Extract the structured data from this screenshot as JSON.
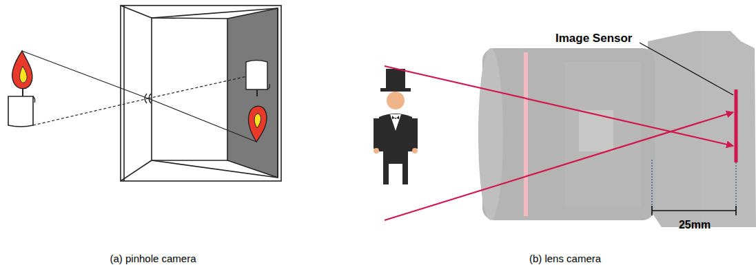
{
  "diagram": {
    "labels": [
      "Image Sensor",
      "25mm",
      "(a) pinhole camera",
      "(b) lens camera"
    ]
  }
}
